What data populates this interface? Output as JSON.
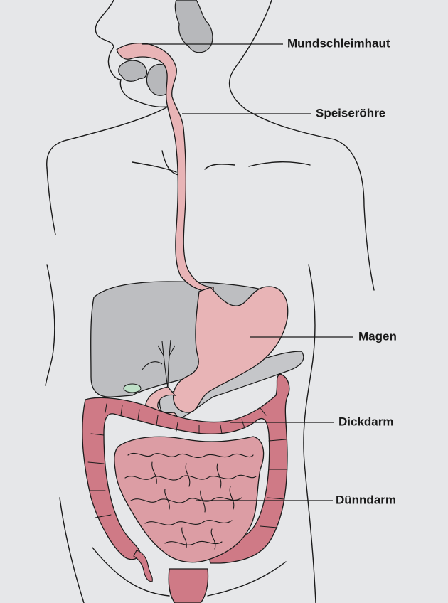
{
  "labels": {
    "mouth_mucosa": "Mundschleimhaut",
    "esophagus": "Speiseröhre",
    "stomach": "Magen",
    "large_intestine": "Dickdarm",
    "small_intestine": "Dünndarm"
  },
  "colors": {
    "background": "#e6e7e9",
    "outline": "#1a1a1a",
    "digestive_tract_light": "#e8b4b6",
    "large_intestine": "#cf7a86",
    "small_intestine": "#dc9da4",
    "liver": "#bdbec1",
    "glands": "#b7b8bb",
    "gallbladder": "#bfe0c8"
  }
}
